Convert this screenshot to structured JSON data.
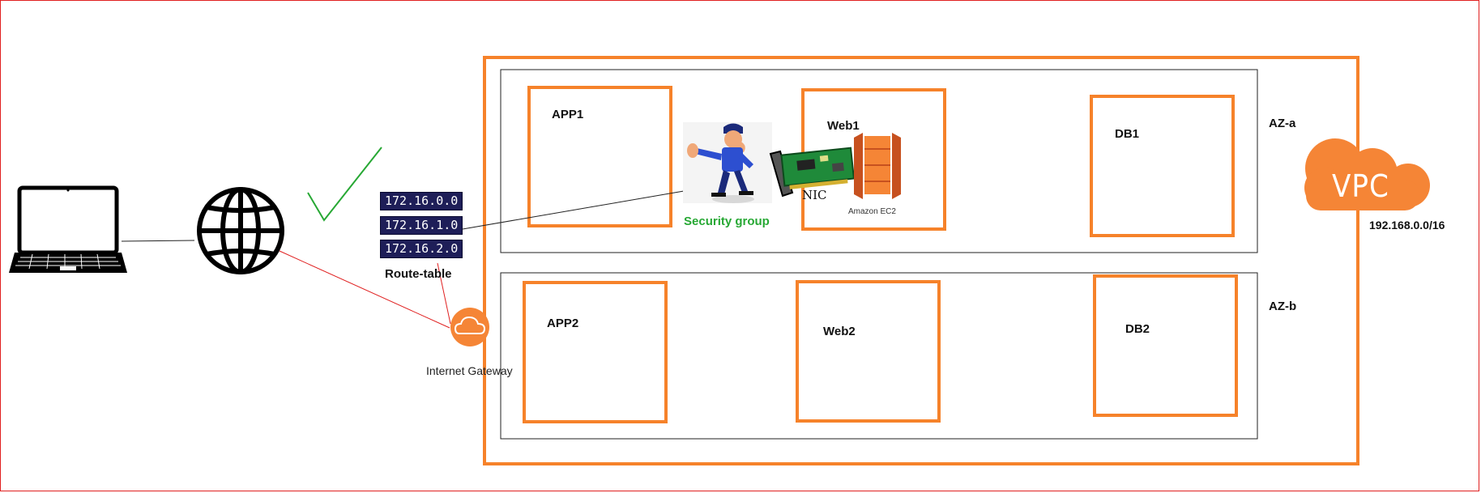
{
  "vpc": {
    "label": "VPC",
    "cidr": "192.168.0.0/16"
  },
  "zones": [
    {
      "label": "AZ-a",
      "apps": [
        "APP1",
        "Web1",
        "DB1"
      ]
    },
    {
      "label": "AZ-b",
      "apps": [
        "APP2",
        "Web2",
        "DB2"
      ]
    }
  ],
  "route_table": {
    "label": "Route-table",
    "entries": [
      "172.16.0.0",
      "172.16.1.0",
      "172.16.2.0"
    ]
  },
  "internet_gateway": {
    "label": "Internet Gateway"
  },
  "security_group": {
    "label": "Security group"
  },
  "nic_label": "NIC",
  "ec2_label": "Amazon EC2",
  "colors": {
    "orange": "#f6822a",
    "green": "#27a834",
    "red": "#e02020",
    "navy": "#1e1e58"
  },
  "icons": [
    "laptop-icon",
    "globe-icon",
    "checkmark-icon",
    "security-guard-icon",
    "nic-card-icon",
    "ec2-icon",
    "cloud-icon",
    "vpc-cloud-icon"
  ]
}
